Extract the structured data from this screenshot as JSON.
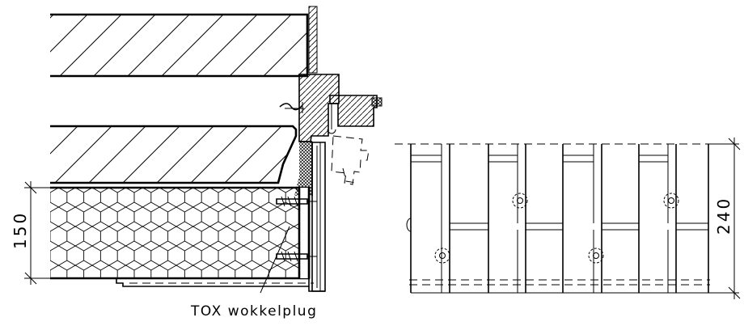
{
  "labels": {
    "plug": "TOX wokkelplug",
    "dim_left": "150",
    "dim_right": "240"
  },
  "colors": {
    "line": "#000000",
    "background": "#ffffff"
  },
  "icons": {
    "cross_hatch": "cross-hatch-pattern",
    "diagonal_hatch": "diagonal-hatch-pattern",
    "insulation": "hexagon-insulation-pattern",
    "plug": "wokkelplug-icon"
  }
}
